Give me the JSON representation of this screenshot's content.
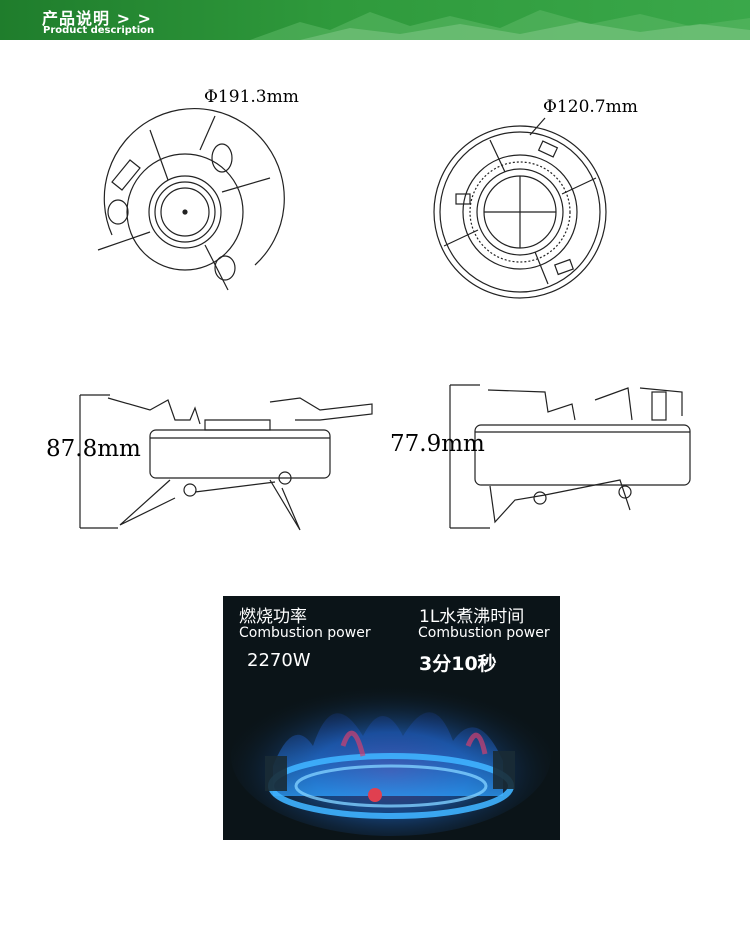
{
  "header": {
    "title_zh": "产品说明 > >",
    "title_en": "Product description"
  },
  "dimensions": {
    "top_left_diameter": "Φ191.3mm",
    "top_right_diameter": "Φ120.7mm",
    "side_left_height": "87.8mm",
    "side_right_height": "77.9mm"
  },
  "photo": {
    "left_label_zh": "燃烧功率",
    "left_label_en": "Combustion power",
    "left_value": "2270W",
    "right_label_zh": "1L水煮沸时间",
    "right_label_en": "Combustion power",
    "right_value": "3分10秒"
  },
  "colors": {
    "header_green": "#2f9a3c",
    "flame_blue": "#2e8df0"
  }
}
